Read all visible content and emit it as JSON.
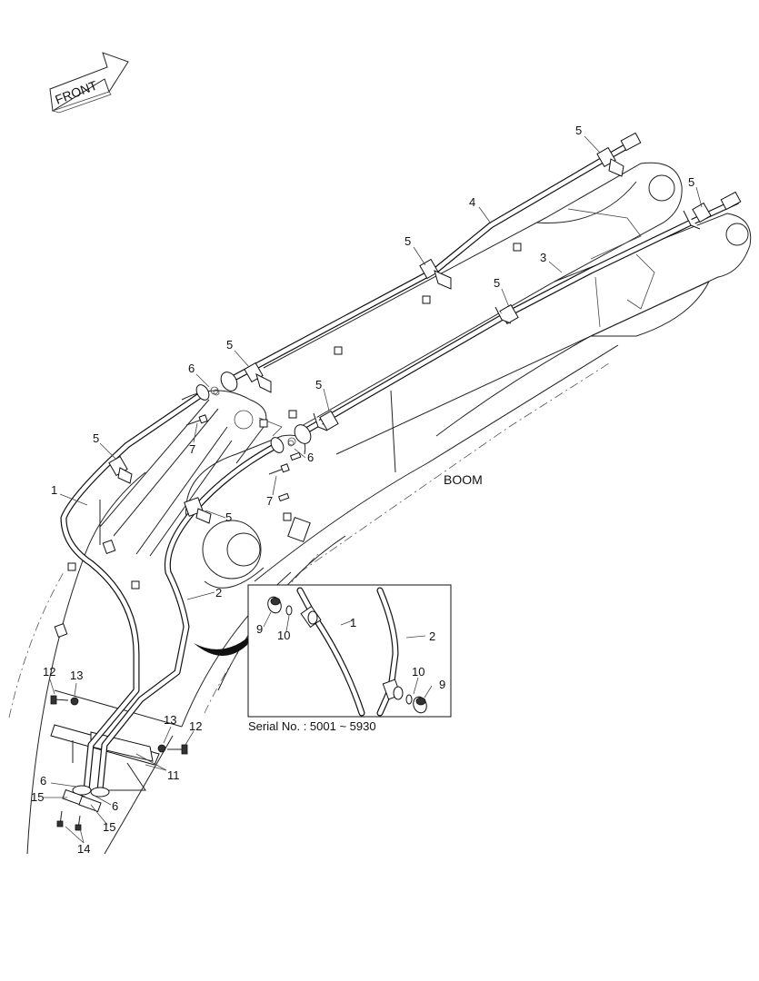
{
  "front_arrow": {
    "label": "FRONT"
  },
  "title_label": "BOOM",
  "inset": {
    "serial": "Serial No. : 5001 ~ 5930"
  },
  "callouts": {
    "c1": "1",
    "c2": "2",
    "c3": "3",
    "c4": "4",
    "c5": "5",
    "c6": "6",
    "c7": "7",
    "c9": "9",
    "c10": "10",
    "c11": "11",
    "c12": "12",
    "c13": "13",
    "c14": "14",
    "c15": "15"
  },
  "colors": {
    "line": "#111111",
    "background": "#ffffff"
  }
}
